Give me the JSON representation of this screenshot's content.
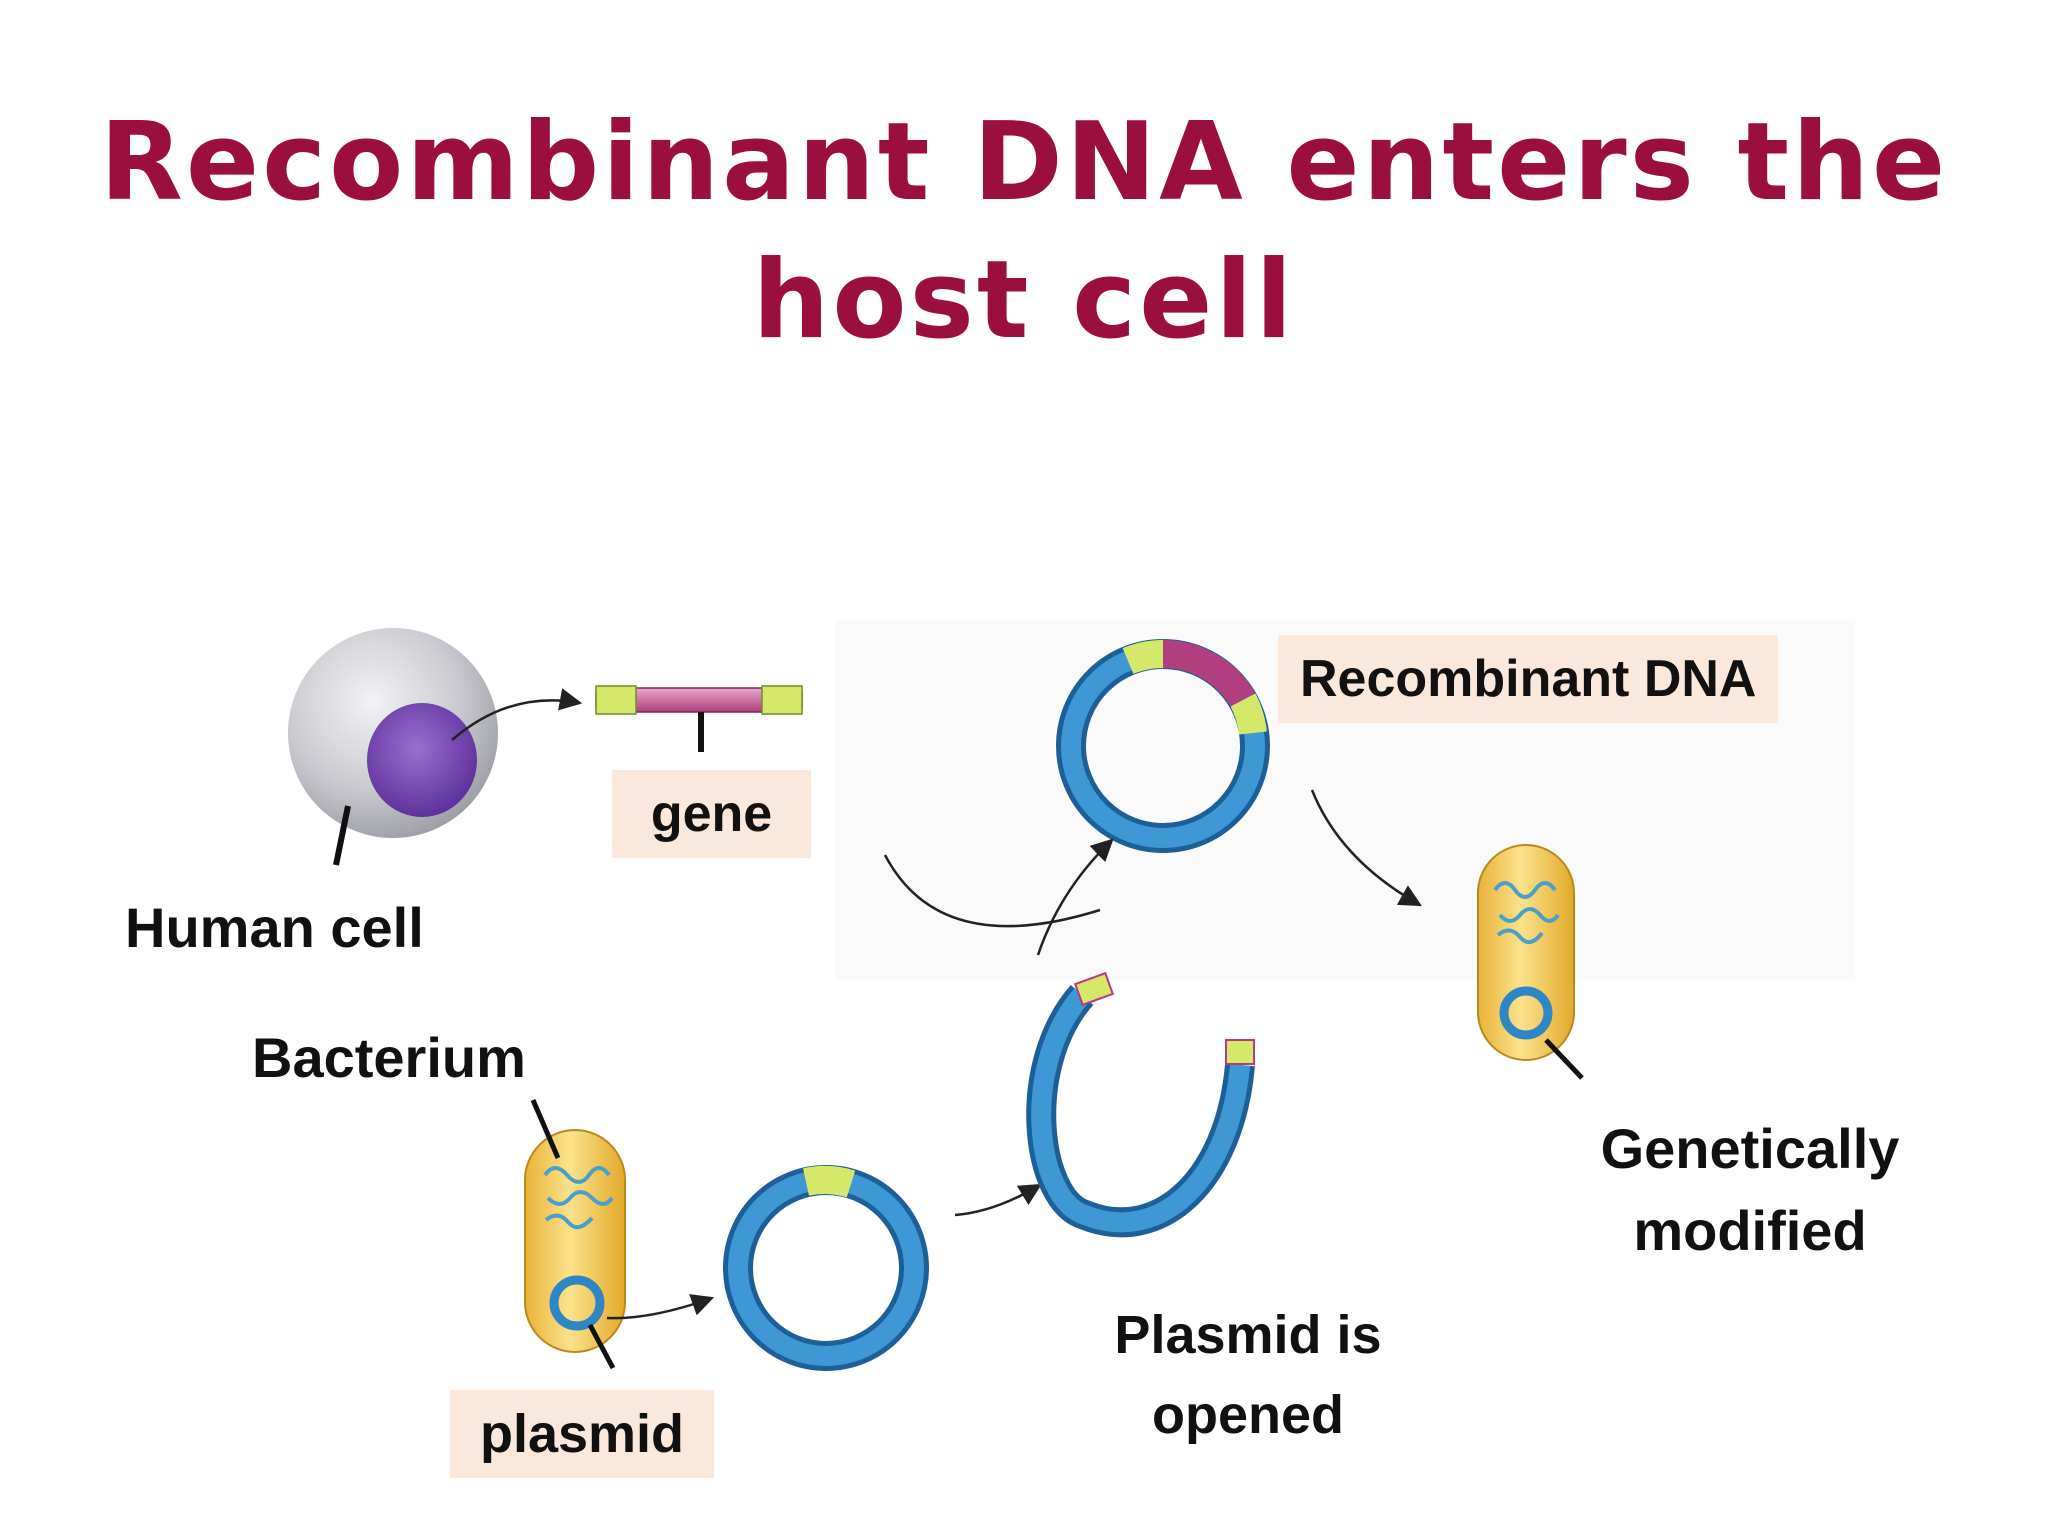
{
  "title": {
    "line1": "Recombinant DNA enters the",
    "line2": "host cell"
  },
  "labels": {
    "human_cell": "Human cell",
    "gene": "gene",
    "recombinant_dna": "Recombinant DNA",
    "bacterium": "Bacterium",
    "plasmid": "plasmid",
    "plasmid_opened": [
      "Plasmid is",
      "opened"
    ],
    "genetically_modified": [
      "Genetically",
      "modified"
    ]
  },
  "colors": {
    "title": "#9b0f3f",
    "label_box": "#fbe8dc",
    "plasmid_blue": "#2f86c4",
    "gene_pink": "#b73e86",
    "bacterium_yellow": "#f2c94c",
    "nucleus_purple": "#6a3ea8"
  }
}
